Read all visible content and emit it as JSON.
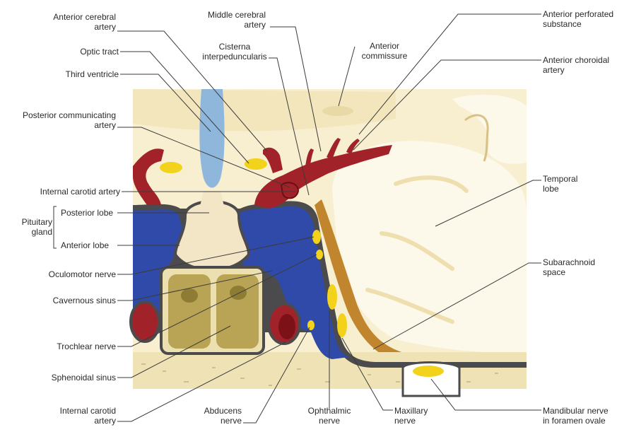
{
  "labels": {
    "anterior_cerebral_artery": [
      "Anterior cerebral",
      "artery"
    ],
    "optic_tract": [
      "Optic tract"
    ],
    "third_ventricle": [
      "Third ventricle"
    ],
    "posterior_communicating_artery": [
      "Posterior communicating",
      "artery"
    ],
    "internal_carotid_artery_upper": [
      "Internal carotid artery"
    ],
    "pituitary_gland": [
      "Pituitary",
      "gland"
    ],
    "posterior_lobe": [
      "Posterior lobe"
    ],
    "anterior_lobe": [
      "Anterior lobe"
    ],
    "oculomotor_nerve": [
      "Oculomotor nerve"
    ],
    "cavernous_sinus": [
      "Cavernous sinus"
    ],
    "trochlear_nerve": [
      "Trochlear nerve"
    ],
    "sphenoidal_sinus": [
      "Sphenoidal sinus"
    ],
    "internal_carotid_artery_lower": [
      "Internal carotid",
      "artery"
    ],
    "middle_cerebral_artery": [
      "Middle cerebral",
      "artery"
    ],
    "cisterna_interpeduncularis": [
      "Cisterna",
      "interpeduncularis"
    ],
    "anterior_commissure": [
      "Anterior",
      "commissure"
    ],
    "anterior_perforated_substance": [
      "Anterior perforated",
      "substance"
    ],
    "anterior_choroidal_artery": [
      "Anterior choroidal",
      "artery"
    ],
    "temporal_lobe": [
      "Temporal",
      "lobe"
    ],
    "subarachnoid_space": [
      "Subarachnoid",
      "space"
    ],
    "abducens_nerve": [
      "Abducens",
      "nerve"
    ],
    "ophthalmic_nerve": [
      "Ophthalmic",
      "nerve"
    ],
    "maxillary_nerve": [
      "Maxillary",
      "nerve"
    ],
    "mandibular_nerve": [
      "Mandibular nerve",
      "in foramen ovale"
    ]
  },
  "colors": {
    "brain": "#f8efd0",
    "white_matter": "#fbf6e6",
    "gray_band": "#f1e2b8",
    "csf_blue": "#8fb7dc",
    "artery_red": "#a2222a",
    "sinus_blue": "#2f4aa8",
    "nerve_yellow": "#f2d21b",
    "dura_gray": "#4b4b4d",
    "bone_tan": "#efe2b4",
    "sphenoid_olive": "#b9a354",
    "subarachnoid_brown": "#c0852d"
  }
}
